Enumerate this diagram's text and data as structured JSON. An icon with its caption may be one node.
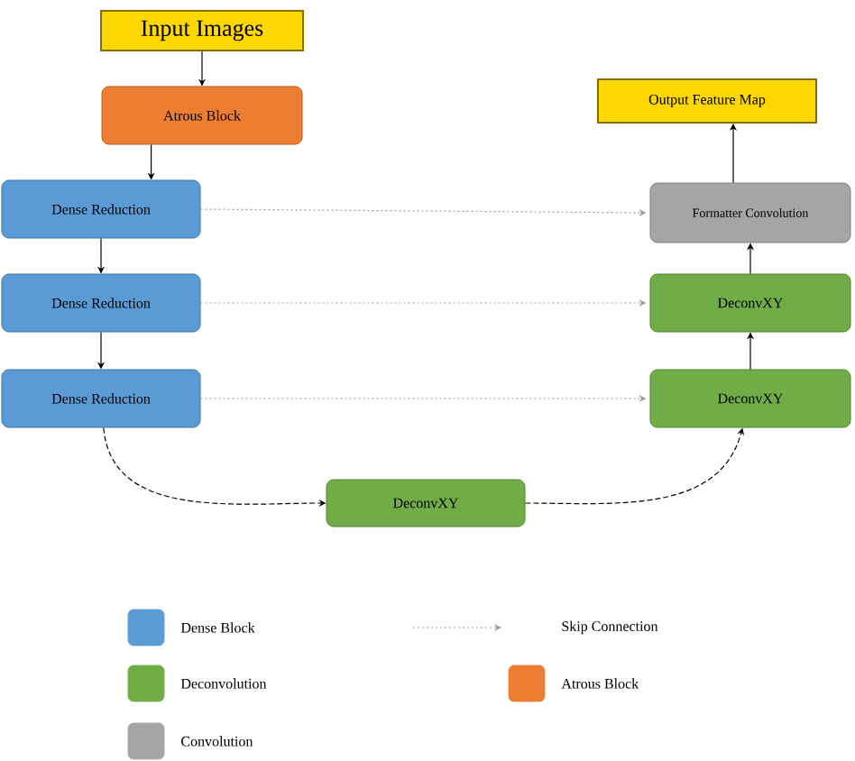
{
  "diagram": {
    "nodes": [
      {
        "text": [
          "Input Images"
        ]
      },
      {
        "text": [
          "Atrous Block"
        ]
      },
      {
        "text": [
          "Dense Reduction"
        ]
      },
      {
        "text": [
          "Dense Reduction"
        ]
      },
      {
        "text": [
          "Dense Reduction"
        ]
      },
      {
        "text": [
          "DeconvXY"
        ]
      },
      {
        "text": [
          "Output Feature Map"
        ]
      },
      {
        "text": [
          "Formatter Convolution"
        ]
      },
      {
        "text": [
          "DeconvXY"
        ]
      },
      {
        "text": [
          "DeconvXY"
        ]
      }
    ],
    "edges": [
      {
        "from": 0,
        "to": 1,
        "arrow": "to"
      },
      {
        "from": 1,
        "to": 2,
        "arrow": "to"
      },
      {
        "from": 2,
        "to": 3,
        "arrow": "to"
      },
      {
        "from": 3,
        "to": 4,
        "arrow": "to"
      },
      {
        "from": 4,
        "to": 5,
        "arrow": "to",
        "style": "dashed"
      },
      {
        "from": 5,
        "to": 9,
        "arrow": "to",
        "style": "dashed"
      },
      {
        "from": 9,
        "to": 8,
        "arrow": "to"
      },
      {
        "from": 8,
        "to": 7,
        "arrow": "to"
      },
      {
        "from": 7,
        "to": 6,
        "arrow": "to"
      },
      {
        "from": 2,
        "to": 7,
        "arrow": "to",
        "style": "dashed",
        "color": "#9a9a9a"
      },
      {
        "from": 3,
        "to": 8,
        "arrow": "to",
        "style": "dashed",
        "color": "#9a9a9a"
      },
      {
        "from": 4,
        "to": 9,
        "arrow": "to",
        "style": "dashed",
        "color": "#9a9a9a"
      }
    ],
    "legend": [
      {
        "text": "Dense Block",
        "color": "#5b9bd5"
      },
      {
        "text": "Skip Connection"
      },
      {
        "text": "Deconvolution",
        "color": "#70ad47"
      },
      {
        "text": "Atrous Block",
        "color": "#ed7d31"
      },
      {
        "text": "Convolution",
        "color": "#a5a5a5"
      }
    ]
  }
}
